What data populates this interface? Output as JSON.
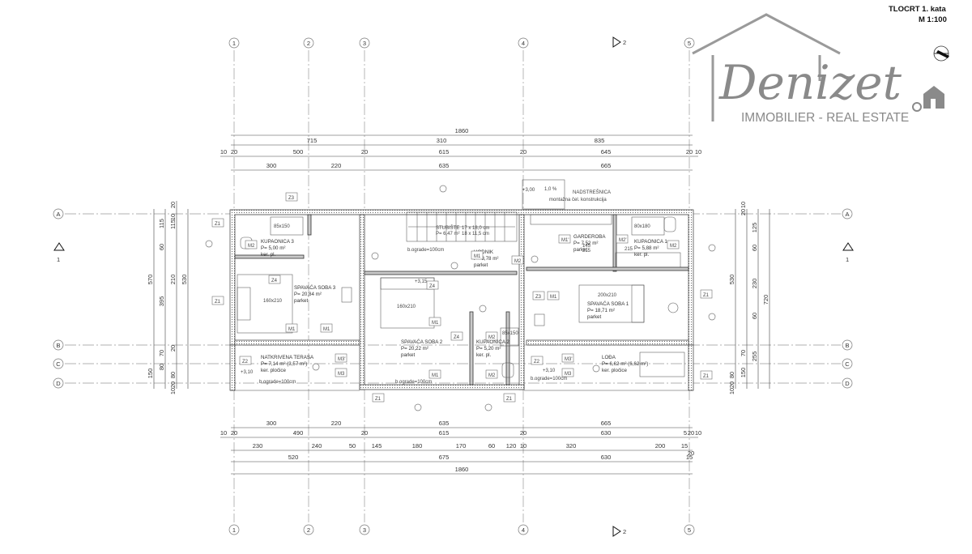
{
  "sheet": {
    "title": "TLOCRT 1. kata",
    "scale": "M 1:100"
  },
  "logo": {
    "name": "Denizet",
    "tagline": "IMMOBILIER - REAL ESTATE"
  },
  "grid": {
    "columns": [
      "1",
      "2",
      "3",
      "4",
      "5"
    ],
    "rows": [
      "A",
      "B",
      "C",
      "D"
    ],
    "section_markers": {
      "vertical": "2",
      "horizontal": "1"
    }
  },
  "dims_top": {
    "total": "1860",
    "row2": [
      "715",
      "310",
      "835"
    ],
    "row3": [
      "10",
      "20",
      "500",
      "20",
      "615",
      "20",
      "645",
      "20",
      "10"
    ],
    "row4": [
      "300",
      "220",
      "635",
      "665"
    ]
  },
  "dims_bottom": {
    "row1": [
      "300",
      "220",
      "635",
      "665"
    ],
    "row2": [
      "10",
      "20",
      "490",
      "20",
      "615",
      "20",
      "630",
      "5",
      "20",
      "10"
    ],
    "row3": [
      "230",
      "240",
      "50",
      "145",
      "180",
      "170",
      "60",
      "120",
      "10",
      "320",
      "200",
      "15",
      "20"
    ],
    "row4": [
      "520",
      "675",
      "630",
      "15"
    ],
    "total": "1860"
  },
  "dims_left": [
    "570",
    "115",
    "60",
    "395",
    "70",
    "150",
    "80",
    "115",
    "80",
    "20",
    "530",
    "210",
    "10",
    "20",
    "20",
    "10"
  ],
  "dims_right": [
    "530",
    "125",
    "60",
    "230",
    "60",
    "255",
    "150",
    "720",
    "70",
    "20",
    "10",
    "80",
    "20",
    "10"
  ],
  "rooms": [
    {
      "name": "KUPAONICA 3",
      "area": "P= 5,00 m²",
      "floor": "ker. pl."
    },
    {
      "name": "SPAVAĆA SOBA 3",
      "area": "P= 20,84 m²",
      "floor": "parket"
    },
    {
      "name": "STUBIŠTE",
      "area": "P= 6,47 m²",
      "floor": ""
    },
    {
      "name": "HODNIK",
      "area": "P= 8,78 m²",
      "floor": "parket"
    },
    {
      "name": "GARDEROBA",
      "area": "P= 7,52 m²",
      "floor": "parket"
    },
    {
      "name": "KUPAONICA 1",
      "area": "P= 5,88 m²",
      "floor": "ker. pl."
    },
    {
      "name": "SPAVAĆA SOBA 1",
      "area": "P= 18,71 m²",
      "floor": "parket"
    },
    {
      "name": "SPAVAĆA SOBA 2",
      "area": "P= 20,22 m²",
      "floor": "parket"
    },
    {
      "name": "KUPAONICA 2",
      "area": "P= 5,20 m²",
      "floor": "ker. pl."
    },
    {
      "name": "NATKRIVENA TERASA",
      "area": "P= 7,14 m² (3,57 m²)",
      "floor": "ker. pločice"
    },
    {
      "name": "LOĐA",
      "area": "P= 6,62 m² (6,62 m²)",
      "floor": "ker. pločice"
    }
  ],
  "annotations": {
    "roof": "NADSTREŠNICA",
    "roof_note": "montažna čel. konstrukcija",
    "slope": "1,0 %",
    "stair": "17 x 18,0 cm",
    "stair2": "18 x 11,5 cm",
    "beds": [
      "160x210",
      "160x210",
      "200x210"
    ],
    "fixtures": [
      "85x150",
      "80x180",
      "85x150"
    ],
    "railing": "b.ograde=100cm",
    "levels": [
      "+3,15",
      "+3,10",
      "+3,10",
      "+3,00"
    ],
    "tags": [
      "Z1",
      "Z2",
      "Z3",
      "Z4",
      "M1",
      "M2",
      "M3",
      "M1'",
      "M2'",
      "M3'"
    ],
    "dims_small": [
      "145",
      "215",
      "215"
    ]
  }
}
